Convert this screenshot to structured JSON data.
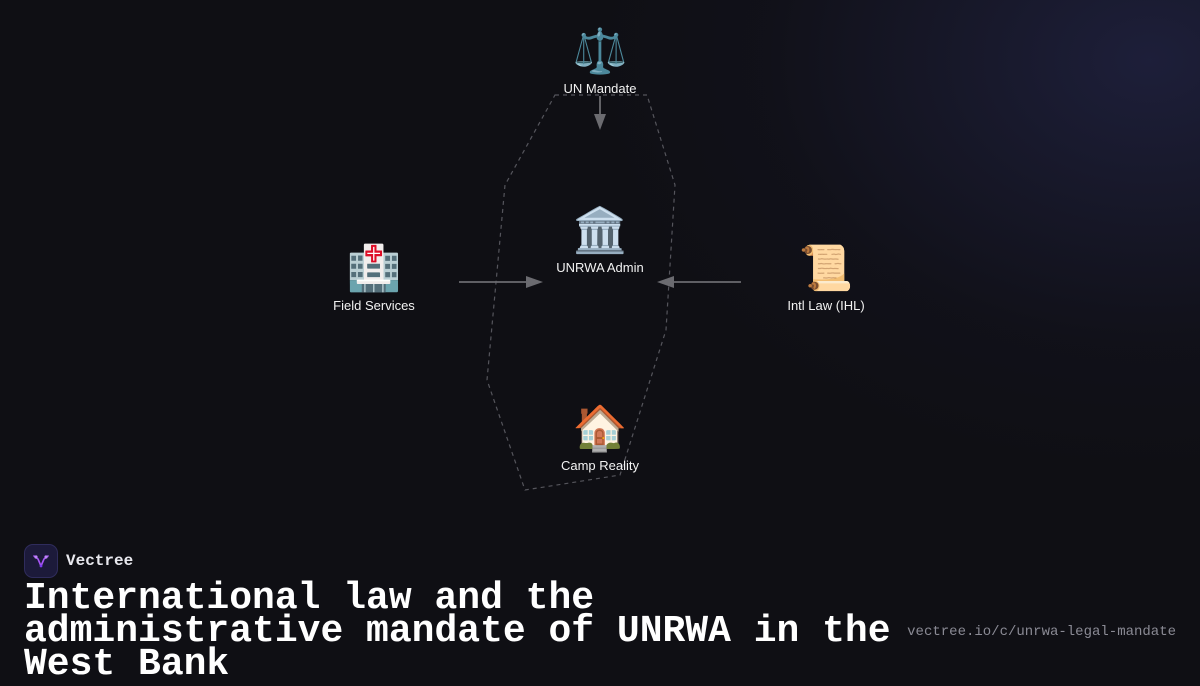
{
  "diagram": {
    "nodes": [
      {
        "id": "un",
        "icon": "balance-scale-icon",
        "emoji": "⚖️",
        "label": "UN Mandate"
      },
      {
        "id": "admin",
        "icon": "classical-building-icon",
        "emoji": "🏛️",
        "label": "UNRWA Admin"
      },
      {
        "id": "field",
        "icon": "hospital-icon",
        "emoji": "🏥",
        "label": "Field Services"
      },
      {
        "id": "law",
        "icon": "scroll-icon",
        "emoji": "📜",
        "label": "Intl Law (IHL)"
      },
      {
        "id": "camp",
        "icon": "house-icon",
        "emoji": "🏠",
        "label": "Camp Reality"
      }
    ],
    "edges": [
      {
        "from": "un",
        "to": "admin"
      },
      {
        "from": "field",
        "to": "admin"
      },
      {
        "from": "law",
        "to": "admin"
      }
    ],
    "colors": {
      "arrow": "#6b6b70",
      "boundary": "#55555c"
    }
  },
  "brand": {
    "name": "Vectree",
    "logo_icon": "vectree-logo-icon"
  },
  "headline": "International law and the administrative mandate of UNRWA in the West Bank",
  "url": "vectree.io/c/unrwa-legal-mandate"
}
